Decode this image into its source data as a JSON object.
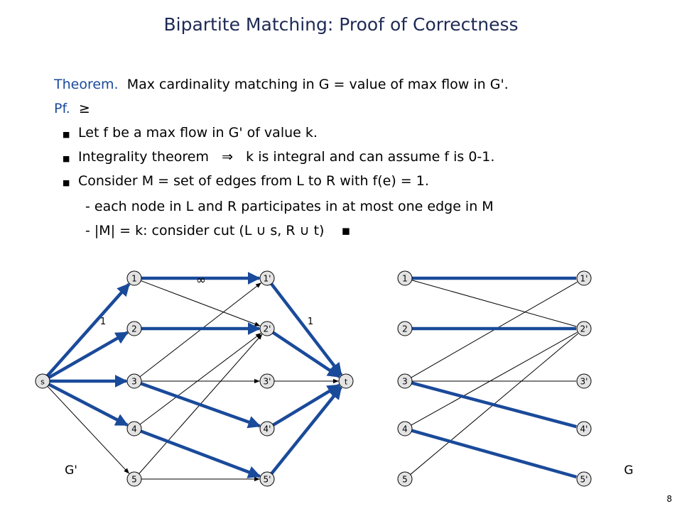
{
  "title": "Bipartite Matching: Proof of Correctness",
  "theorem_label": "Theorem.",
  "theorem_text": "Max cardinality matching in G = value of max flow in G'.",
  "pf_label": "Pf.",
  "pf_symbol": "≥",
  "bullet_glyph": "■",
  "bullets": [
    {
      "text": "Let f be a max flow in G' of value k."
    },
    {
      "text_a": "Integrality theorem",
      "arrow": "⇒",
      "text_b": "k is integral and can assume f is 0-1."
    },
    {
      "text": "Consider M = set of edges from L to R with f(e) = 1."
    }
  ],
  "subbullets": [
    {
      "dash": "-",
      "text": "each node in L and R participates in at most one edge in M"
    },
    {
      "dash": "-",
      "text": "|M| = k:  consider cut (L ∪ s, R ∪ t)",
      "qed": "▪"
    }
  ],
  "diagram_left": {
    "label": "G'",
    "nodes": [
      {
        "id": "s",
        "label": "s"
      },
      {
        "id": "1",
        "label": "1"
      },
      {
        "id": "2",
        "label": "2"
      },
      {
        "id": "3",
        "label": "3"
      },
      {
        "id": "4",
        "label": "4"
      },
      {
        "id": "5",
        "label": "5"
      },
      {
        "id": "1p",
        "label": "1'"
      },
      {
        "id": "2p",
        "label": "2'"
      },
      {
        "id": "3p",
        "label": "3'"
      },
      {
        "id": "4p",
        "label": "4'"
      },
      {
        "id": "5p",
        "label": "5'"
      },
      {
        "id": "t",
        "label": "t"
      }
    ],
    "edges": [
      {
        "from": "s",
        "to": "1",
        "flow": 1
      },
      {
        "from": "s",
        "to": "2",
        "flow": 1
      },
      {
        "from": "s",
        "to": "3",
        "flow": 1
      },
      {
        "from": "s",
        "to": "4",
        "flow": 1
      },
      {
        "from": "s",
        "to": "5",
        "flow": 0
      },
      {
        "from": "1",
        "to": "1p",
        "flow": 1
      },
      {
        "from": "1",
        "to": "2p",
        "flow": 0
      },
      {
        "from": "2",
        "to": "2p",
        "flow": 1
      },
      {
        "from": "3",
        "to": "1p",
        "flow": 0
      },
      {
        "from": "3",
        "to": "3p",
        "flow": 0
      },
      {
        "from": "3",
        "to": "4p",
        "flow": 1
      },
      {
        "from": "4",
        "to": "2p",
        "flow": 0
      },
      {
        "from": "4",
        "to": "5p",
        "flow": 1
      },
      {
        "from": "5",
        "to": "2p",
        "flow": 0
      },
      {
        "from": "5",
        "to": "5p",
        "flow": 0
      },
      {
        "from": "1p",
        "to": "t",
        "flow": 1
      },
      {
        "from": "2p",
        "to": "t",
        "flow": 1
      },
      {
        "from": "3p",
        "to": "t",
        "flow": 0
      },
      {
        "from": "4p",
        "to": "t",
        "flow": 1
      },
      {
        "from": "5p",
        "to": "t",
        "flow": 1
      }
    ],
    "edge_labels": {
      "source_capacity": "1",
      "middle_capacity": "∞",
      "sink_capacity": "1"
    }
  },
  "diagram_right": {
    "label": "G",
    "nodes": [
      {
        "id": "1",
        "label": "1"
      },
      {
        "id": "2",
        "label": "2"
      },
      {
        "id": "3",
        "label": "3"
      },
      {
        "id": "4",
        "label": "4"
      },
      {
        "id": "5",
        "label": "5"
      },
      {
        "id": "1p",
        "label": "1'"
      },
      {
        "id": "2p",
        "label": "2'"
      },
      {
        "id": "3p",
        "label": "3'"
      },
      {
        "id": "4p",
        "label": "4'"
      },
      {
        "id": "5p",
        "label": "5'"
      }
    ],
    "edges": [
      {
        "from": "1",
        "to": "1p",
        "matched": true
      },
      {
        "from": "1",
        "to": "2p",
        "matched": false
      },
      {
        "from": "2",
        "to": "2p",
        "matched": true
      },
      {
        "from": "3",
        "to": "1p",
        "matched": false
      },
      {
        "from": "3",
        "to": "3p",
        "matched": false
      },
      {
        "from": "3",
        "to": "4p",
        "matched": true
      },
      {
        "from": "4",
        "to": "2p",
        "matched": false
      },
      {
        "from": "4",
        "to": "5p",
        "matched": true
      },
      {
        "from": "5",
        "to": "2p",
        "matched": false
      }
    ]
  },
  "colors": {
    "accent": "#1a4a9a",
    "title": "#1e2a55",
    "thin_edge": "#000000",
    "node_fill": "#e3e3e3"
  },
  "page_number": "8"
}
